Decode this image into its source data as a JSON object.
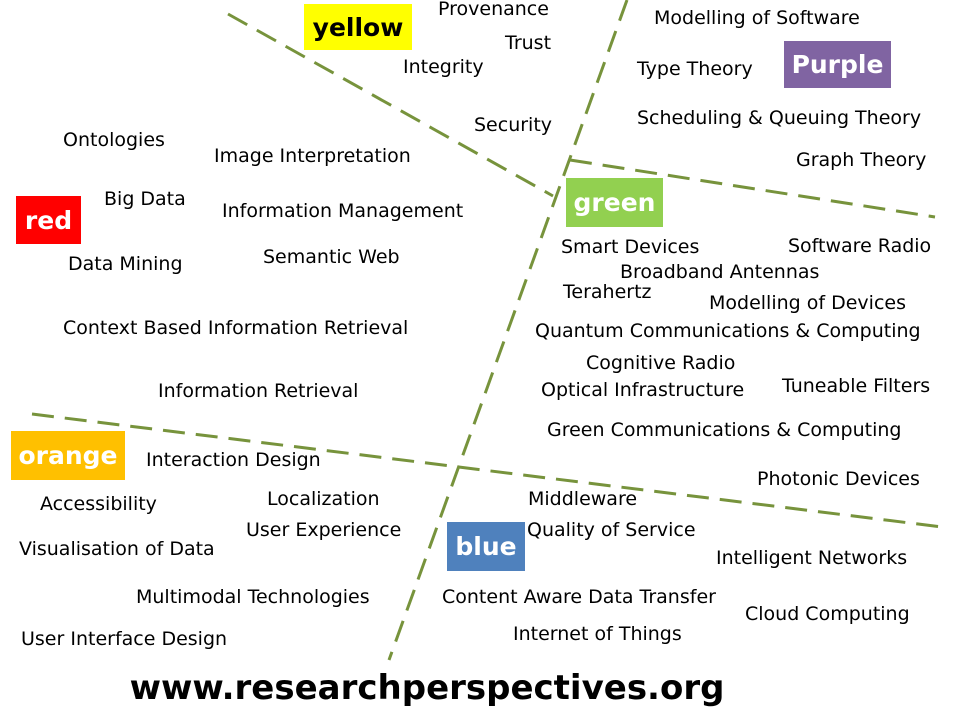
{
  "colors": {
    "divider": "#77933c",
    "yellow": "#ffff00",
    "purple": "#8064a2",
    "red": "#ff0000",
    "green": "#92d050",
    "orange": "#ffc000",
    "blue": "#4f81bd"
  },
  "badges": {
    "yellow": "yellow",
    "purple": "Purple",
    "red": "red",
    "green": "green",
    "orange": "orange",
    "blue": "blue"
  },
  "topics": {
    "yellow": [
      "Provenance",
      "Trust",
      "Integrity",
      "Security"
    ],
    "purple": [
      "Modelling of Software",
      "Type Theory",
      "Scheduling & Queuing Theory",
      "Graph Theory"
    ],
    "red": [
      "Ontologies",
      "Image Interpretation",
      "Big Data",
      "Information Management",
      "Data Mining",
      "Semantic Web",
      "Context Based Information Retrieval",
      "Information Retrieval"
    ],
    "green": [
      "Smart Devices",
      "Software Radio",
      "Broadband Antennas",
      "Terahertz",
      "Modelling of Devices",
      "Quantum Communications & Computing",
      "Cognitive Radio",
      "Optical Infrastructure",
      "Tuneable Filters",
      "Green Communications & Computing",
      "Photonic Devices"
    ],
    "orange": [
      "Interaction Design",
      "Accessibility",
      "Localization",
      "User Experience",
      "Visualisation of Data",
      "Multimodal Technologies",
      "User Interface Design"
    ],
    "blue": [
      "Middleware",
      "Quality of Service",
      "Intelligent Networks",
      "Content Aware Data Transfer",
      "Cloud Computing",
      "Internet of Things"
    ]
  },
  "footer": {
    "url": "www.researchperspectives.org"
  }
}
